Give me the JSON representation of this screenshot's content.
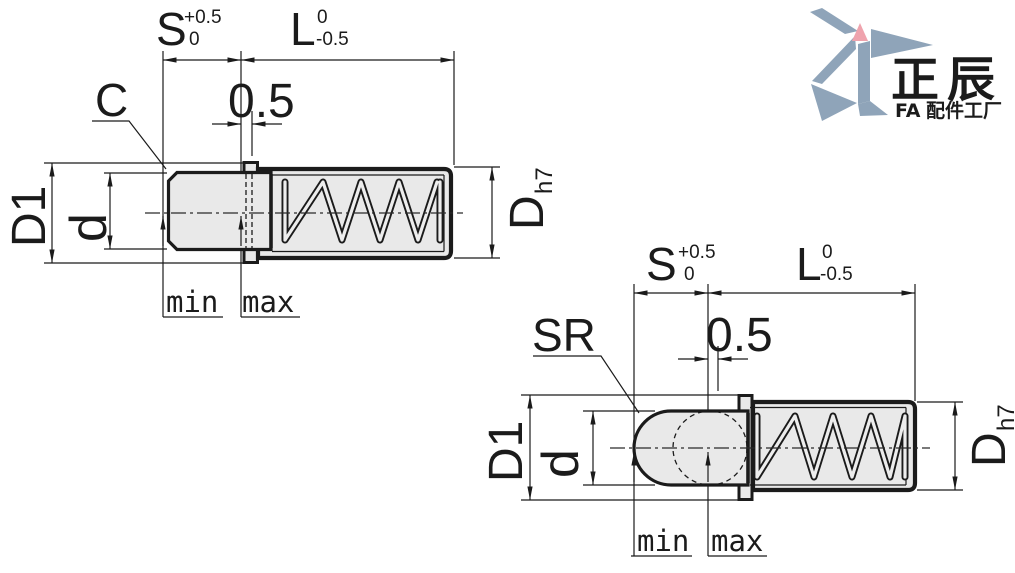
{
  "top": {
    "s_label": "S",
    "s_tol_upper": "+0.5",
    "s_tol_lower": "0",
    "l_label": "L",
    "l_tol_upper": "0",
    "l_tol_lower": "-0.5",
    "gap_label": "0.5",
    "nose_label": "C",
    "d1_label": "D1",
    "d_label": "d",
    "body_dia_label": "D",
    "body_fit_label": "h7",
    "min_label": "min",
    "max_label": "max"
  },
  "bottom": {
    "s_label": "S",
    "s_tol_upper": "+0.5",
    "s_tol_lower": "0",
    "l_label": "L",
    "l_tol_upper": "0",
    "l_tol_lower": "-0.5",
    "gap_label": "0.5",
    "nose_label": "SR",
    "d1_label": "D1",
    "d_label": "d",
    "body_dia_label": "D",
    "body_fit_label": "h7",
    "min_label": "min",
    "max_label": "max"
  },
  "logo": {
    "name": "正辰",
    "sub_fa": "FA",
    "sub_rest": "配件工厂"
  },
  "colors": {
    "line": "#1b1b1b",
    "part_fill": "#e9e9e9",
    "logo_mark": "#8fa4b9",
    "logo_pink": "#efa3ad",
    "logo_fa": "#ec8893"
  }
}
